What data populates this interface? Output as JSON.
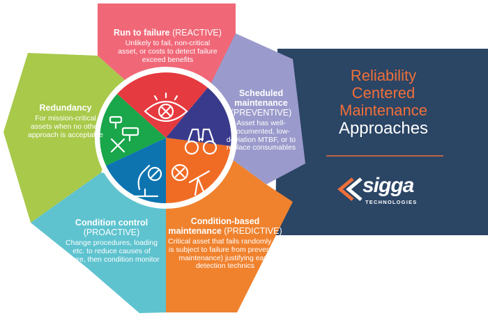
{
  "panel": {
    "title_line1": "Reliability",
    "title_line2": "Centered",
    "title_line3": "Maintenance",
    "title_line4": "Approaches",
    "bg_color": "#2b4565",
    "accent_color": "#f0703a"
  },
  "brand": {
    "name": "sigga",
    "tagline": "TECHNOLOGIES"
  },
  "segments": {
    "reactive": {
      "title": "Run to failure",
      "subtitle": "(REACTIVE)",
      "body": "Unlikely to fail, non-critical asset, or costs to detect failure exceed benefits",
      "color": "#f06878",
      "icon": "eye-tools-icon"
    },
    "preventive": {
      "title": "Scheduled maintenance",
      "subtitle": "(PREVENTIVE)",
      "body": "Asset has well-documented, low-deviation MTBF, or to replace consumables",
      "color": "#9a9acc",
      "icon": "binoculars-icon"
    },
    "predictive": {
      "title": "Condition-based maintenance",
      "subtitle": "(PREDICTIVE)",
      "body": "Critical asset that fails randomly (or is subject to failure from preventive maintenance) justifying early detection technics",
      "color": "#f0822e",
      "icon": "telescope-icon"
    },
    "proactive": {
      "title": "Condition control",
      "subtitle": "(PROACTIVE)",
      "body": "Change procedures, loading etc. to reduce causes of failure, then condition monitor",
      "color": "#5ec3cf",
      "icon": "microscope-icon"
    },
    "redundancy": {
      "title": "Redundancy",
      "subtitle": "",
      "body": "For mission-critical assets when no other approach is acceptable",
      "color": "#a9c94a",
      "icon": "camera-tools-icon"
    }
  }
}
